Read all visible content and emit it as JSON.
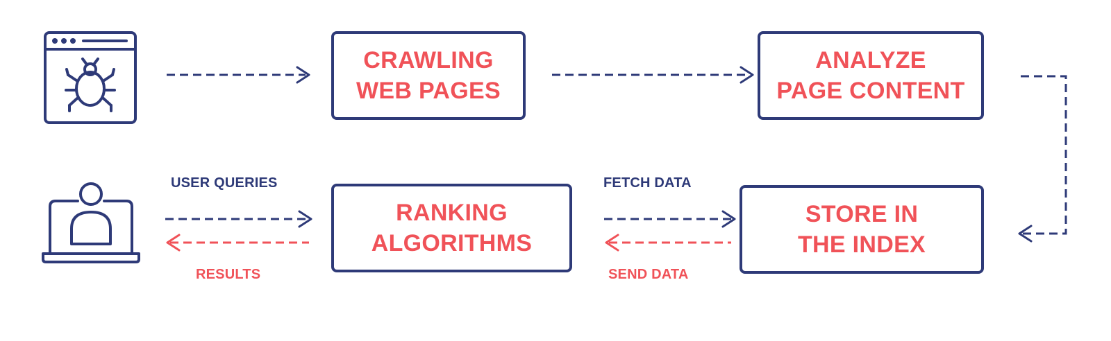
{
  "colors": {
    "navy": "#2e3a78",
    "red": "#f05258",
    "background": "#ffffff"
  },
  "nodes": {
    "crawler": {
      "icon": "browser-bug-icon"
    },
    "crawling": {
      "line1": "CRAWLING",
      "line2": "WEB PAGES"
    },
    "analyze": {
      "line1": "ANALYZE",
      "line2": "PAGE CONTENT"
    },
    "store": {
      "line1": "STORE IN",
      "line2": "THE INDEX"
    },
    "ranking": {
      "line1": "RANKING",
      "line2": "ALGORITHMS"
    },
    "user": {
      "icon": "user-laptop-icon"
    }
  },
  "edges": {
    "user_queries": "USER QUERIES",
    "results": "RESULTS",
    "fetch_data": "FETCH DATA",
    "send_data": "SEND DATA"
  }
}
